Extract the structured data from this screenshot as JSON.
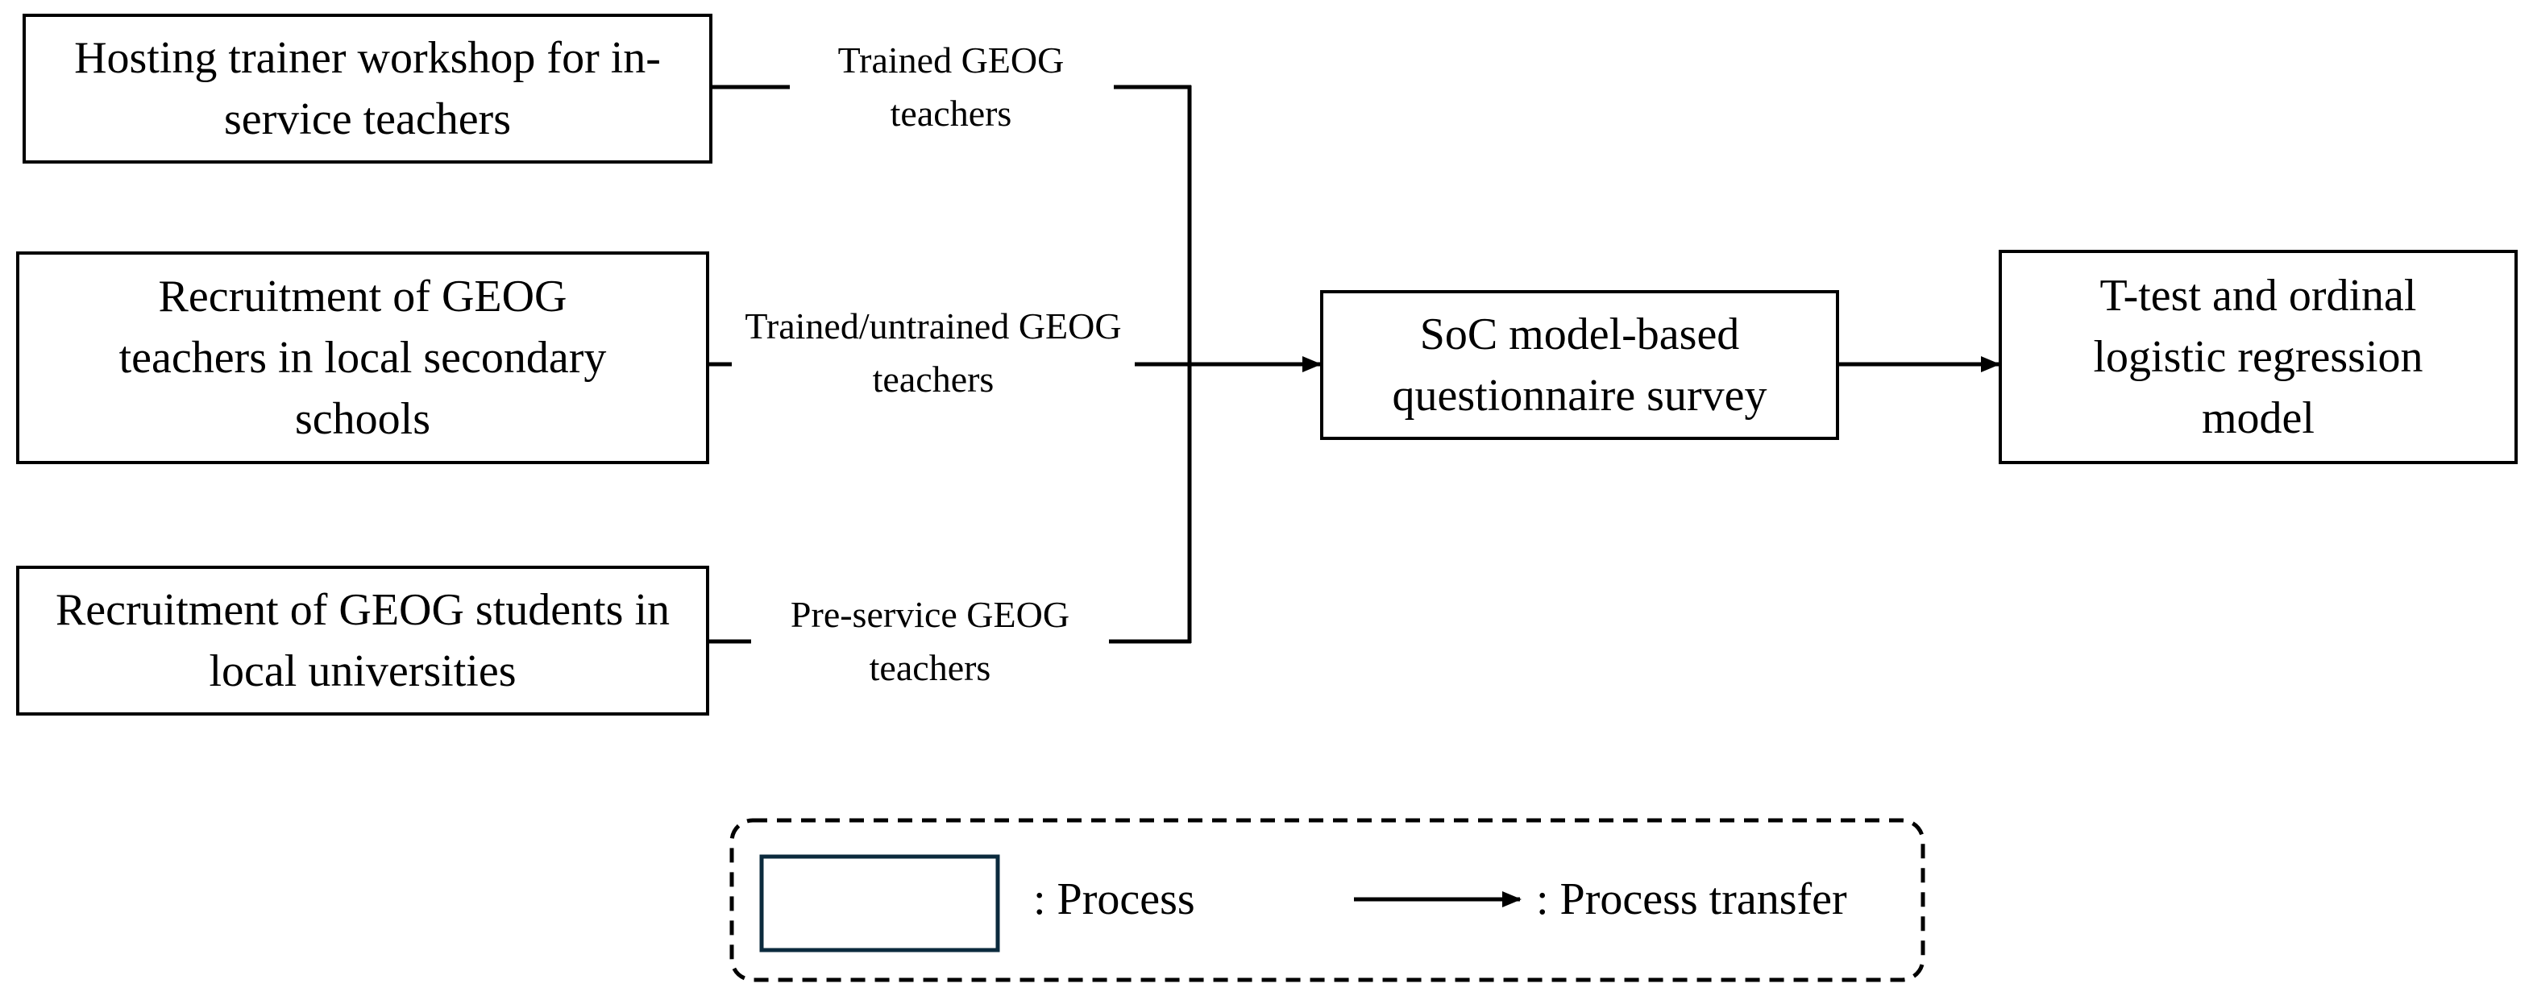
{
  "diagram": {
    "boxes": {
      "workshop": "Hosting trainer workshop for in-service teachers",
      "recruit_teachers": "Recruitment of GEOG teachers in local secondary schools",
      "recruit_students": "Recruitment of GEOG students in local universities",
      "survey": "SoC model-based questionnaire survey",
      "analysis": "T-test and ordinal logistic regression model"
    },
    "edge_labels": {
      "trained": "Trained GEOG teachers",
      "trained_untrained": "Trained/untrained GEOG teachers",
      "pre_service": "Pre-service GEOG teachers"
    }
  },
  "legend": {
    "process_label": ": Process",
    "transfer_label": ": Process transfer"
  },
  "colors": {
    "line": "#000000",
    "legend_box_border": "#0b2a3d",
    "background": "#ffffff"
  }
}
